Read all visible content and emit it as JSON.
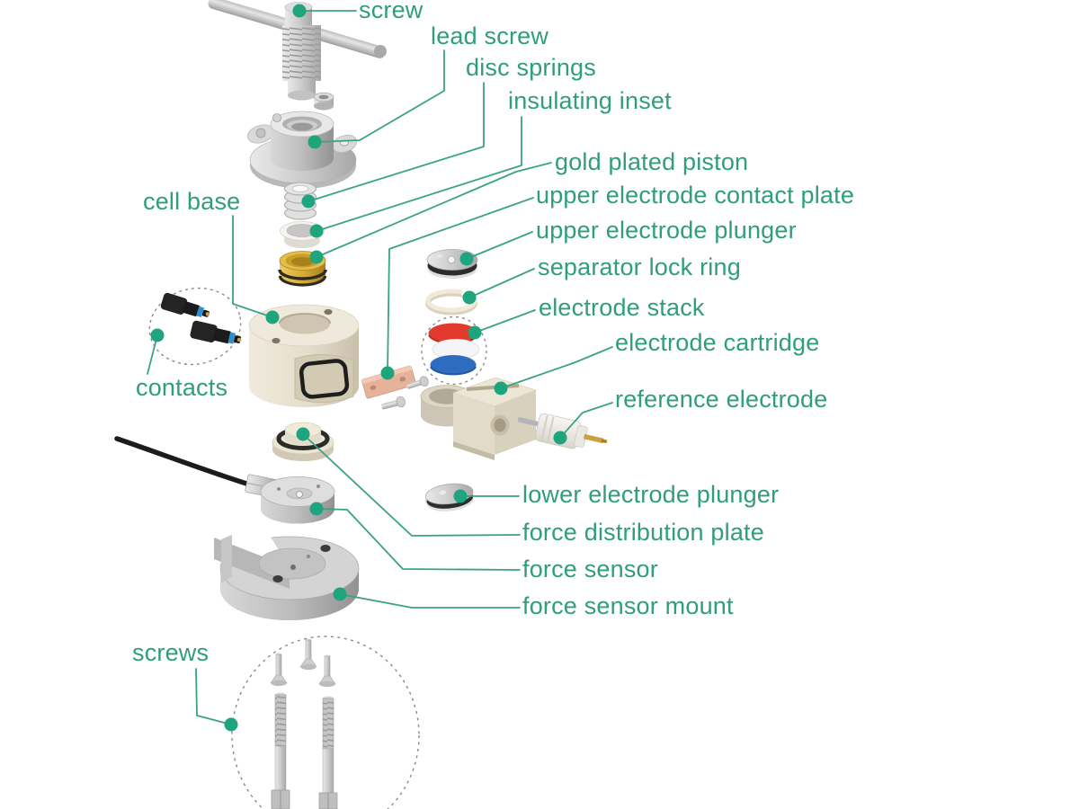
{
  "diagram": {
    "type": "exploded-assembly-diagram",
    "labels": {
      "screw": "screw",
      "lead_screw": "lead screw",
      "disc_springs": "disc springs",
      "insulating_inset": "insulating inset",
      "gold_plated_piston": "gold plated piston",
      "upper_electrode_contact_plate": "upper electrode contact plate",
      "upper_electrode_plunger": "upper electrode plunger",
      "separator_lock_ring": "separator lock ring",
      "electrode_stack": "electrode stack",
      "electrode_cartridge": "electrode cartridge",
      "reference_electrode": "reference electrode",
      "cell_base": "cell base",
      "contacts": "contacts",
      "lower_electrode_plunger": "lower electrode plunger",
      "force_distribution_plate": "force distribution plate",
      "force_sensor": "force sensor",
      "force_sensor_mount": "force sensor mount",
      "screws": "screws"
    },
    "colors": {
      "label_text": "#2F9E7B",
      "leader_line": "#3BA286",
      "marker_dot": "#1EA57D",
      "electrode_red": "#E23A2C",
      "electrode_blue": "#2E6CC0",
      "gold_piston": "#D9AF3C",
      "copper_plate": "#E2A98F",
      "cream_part": "#E8E2D2",
      "metal_part": "#C9C9C9",
      "connector_black": "#222222",
      "connector_blue_band": "#2E8FD0",
      "background": "#FFFFFF"
    }
  }
}
